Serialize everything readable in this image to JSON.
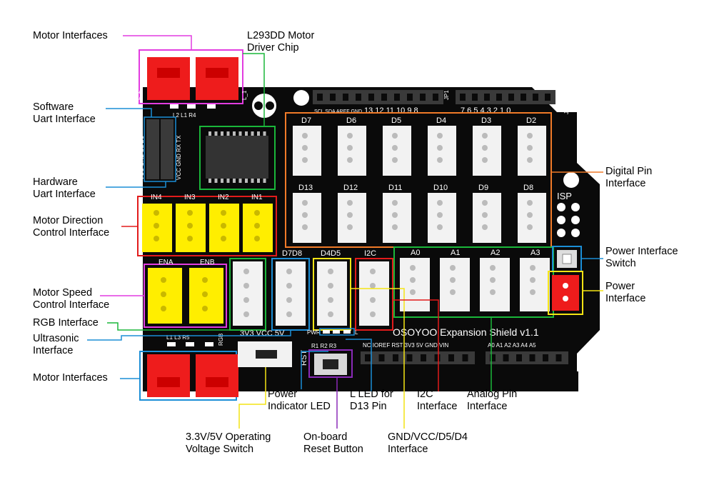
{
  "callouts": {
    "motor_interfaces_top": "Motor Interfaces",
    "l293dd": "L293DD Motor\nDriver Chip",
    "software_uart": "Software\nUart Interface",
    "hardware_uart": "Hardware\nUart Interface",
    "motor_direction": "Motor Direction\nControl Interface",
    "motor_speed": "Motor Speed\nControl Interface",
    "rgb": "RGB Interface",
    "ultrasonic": "Ultrasonic\nInterface",
    "motor_interfaces_bottom": "Motor Interfaces",
    "power_indicator": "Power\nIndicator LED",
    "voltage_switch": "3.3V/5V Operating\nVoltage Switch",
    "reset_button": "On-board\nReset Button",
    "l_led": "L LED for\nD13 Pin",
    "gnd_vcc_d5_d4": "GND/VCC/D5/D4\nInterface",
    "i2c": "I2C\nInterface",
    "analog_pin": "Analog Pin\nInterface",
    "digital_pin": "Digital Pin\nInterface",
    "power_interface_switch": "Power Interface\nSwitch",
    "power_interface": "Power\nInterface"
  },
  "board": {
    "title": "OSOYOO Expansion Shield v1.1",
    "isp": "ISP",
    "jp1": "JP1",
    "jp2": "JP2",
    "top_header_small": "SCL SDA AREF GND",
    "top_header_numbers": "13 12 11 10  9   8",
    "top_header_numbers2": "7   6   5   4   3   2   1   0",
    "digital_row1": [
      "D7",
      "D6",
      "D5",
      "D4",
      "D3",
      "D2"
    ],
    "digital_row2": [
      "D13",
      "D12",
      "D11",
      "D10",
      "D9",
      "D8"
    ],
    "in_labels": [
      "IN4",
      "IN3",
      "IN2",
      "IN1"
    ],
    "ena": "ENA",
    "enb": "ENB",
    "mid_labels": [
      "D7D8",
      "D4D5",
      "I2C"
    ],
    "analog_labels": [
      "A0",
      "A1",
      "A2",
      "A3"
    ],
    "volt_labels": "3V3  VCC  5V",
    "pwr": "PWR",
    "l_mark": "L",
    "rgb_mark": "RGB",
    "led_top": "L2   L1    R4",
    "led_bottom": "L1    L3    R5",
    "rst": "RST",
    "r_labels": "R1    R2    R3",
    "power_header": "NC IOREF RST 3V3  5V  GND  VIN",
    "analog_header": "A0  A1  A2  A3  A4  A5",
    "uart_left": "VCC GND D2  D3",
    "uart_right": "VCC GND RX  TX",
    "motor_side_top_left": "L_2",
    "motor_side_top_right": "L_1"
  },
  "colors": {
    "board": "#0a0a0a",
    "red_connector": "#ee1c1c",
    "yellow_connector": "#ffee00",
    "magenta": "#e23ce0",
    "green": "#1ab73a",
    "blue": "#1b8ed6",
    "orange": "#f07a28",
    "red_line": "#e21b1b",
    "yellow_line": "#f4e414",
    "purple": "#8a2ab8"
  }
}
